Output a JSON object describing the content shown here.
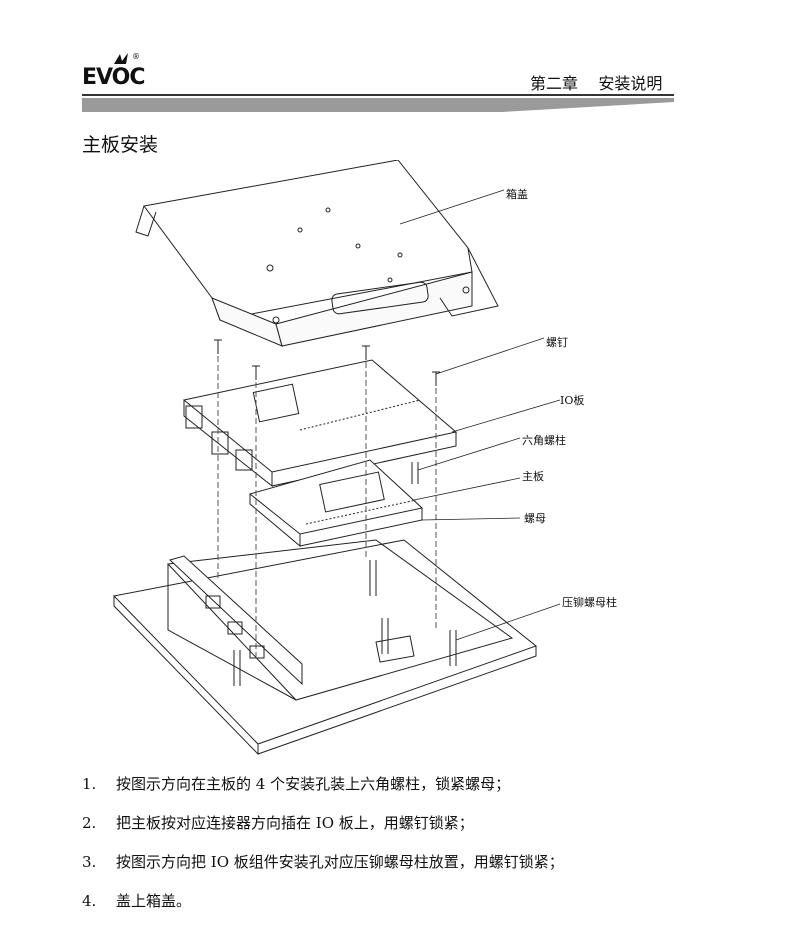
{
  "header": {
    "logo_text": "EVOC",
    "logo_mark": "®",
    "chapter": "第二章",
    "chapter_title": "安装说明"
  },
  "section": {
    "title": "主板安装"
  },
  "figure": {
    "labels": {
      "lid": "箱盖",
      "screws": "螺钉",
      "io_board": "IO板",
      "hex_standoff": "六角螺柱",
      "mainboard": "主板",
      "nut": "螺母",
      "press_rivet_standoff": "压铆螺母柱"
    }
  },
  "steps": [
    {
      "num": "1.",
      "text": "按图示方向在主板的 4 个安装孔装上六角螺柱，锁紧螺母；"
    },
    {
      "num": "2.",
      "text": "把主板按对应连接器方向插在 IO 板上，用螺钉锁紧；"
    },
    {
      "num": "3.",
      "text": "按图示方向把 IO 板组件安装孔对应压铆螺母柱放置，用螺钉锁紧；"
    },
    {
      "num": "4.",
      "text": "盖上箱盖。"
    }
  ]
}
